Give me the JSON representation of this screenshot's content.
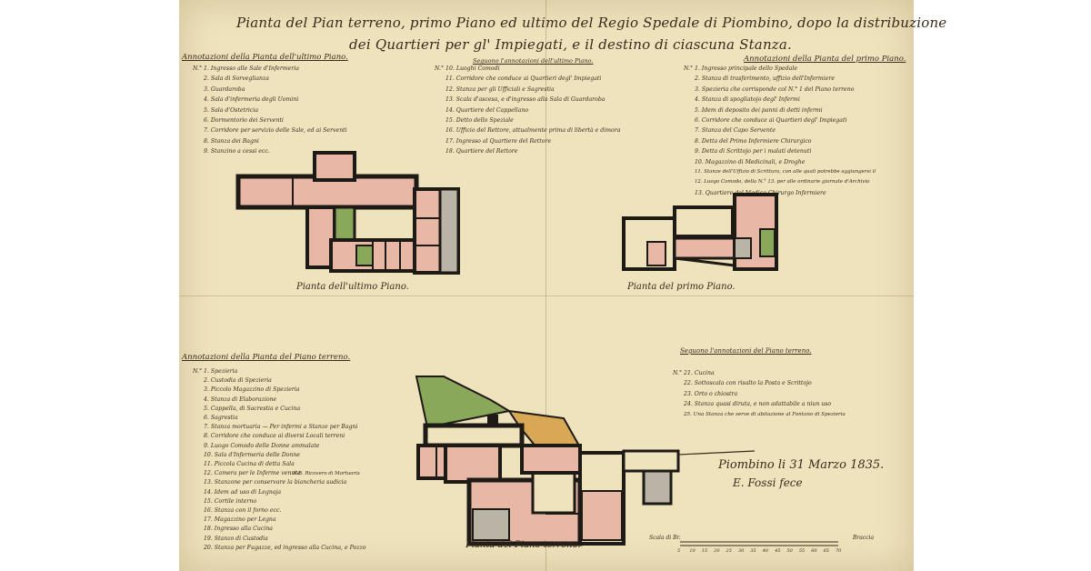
{
  "title": {
    "line1": "Pianta del Pian terreno, primo Piano ed ultimo del Regio Spedale di Piombino, dopo la distribuzione",
    "line2": "dei Quartieri per gl' Impiegati, e il destino di ciascuna Stanza."
  },
  "ultimo_piano": {
    "header": "Annotazioni della Pianta dell'ultimo Piano.",
    "items": [
      "N.° 1. Ingresso alle Sale d'Infermeria",
      "2. Sala di Sorveglianza",
      "3. Guardaroba",
      "4. Sala d'infermeria degli Uomini",
      "5. Sala d'Ostetricia",
      "6. Dormentorio dei Serventi",
      "7. Corridore per servizio delle Sale, ed ai Serventi",
      "8. Stanza dei Bagni",
      "9. Stanzino a cessi ecc."
    ],
    "caption": "Pianta dell'ultimo Piano."
  },
  "seguono_ultimo": {
    "header": "Seguono l'annotazioni dell'ultimo Piano.",
    "items": [
      "N.° 10. Luoghi Comodi",
      "11. Corridore che conduce ai Quartieri degl' Impiegati",
      "12. Stanza per gli Ufficiali e Sagrestia",
      "13. Scala d'ascesa, e d'ingresso alla Sala di Guardaroba",
      "14. Quartiere del Cappellano",
      "15. Detto dello Speziale",
      "16. Ufficio del Rettore, attualmente prima di libertà e dimora",
      "17. Ingresso al Quartiere del Rettore",
      "18. Quartiere del Rettore"
    ]
  },
  "primo_piano": {
    "header": "Annotazioni della Pianta del primo Piano.",
    "items": [
      "N.° 1. Ingresso principale dello Spedale",
      "2. Stanza di trasferimento, uffizio dell'Infermiere",
      "3. Spezieria che corrisponde col N.° 1 del Piano terreno",
      "4. Stanza di spogliatojo degl' Infermi",
      "5. Idem di deposito dei panni di detti infermi",
      "6. Corridore che conduce ai Quartieri degl' Impiegati",
      "7. Stanza del Capo Servente",
      "8. Detta del Primo Infermiere Chirurgico",
      "9. Detta di Scrittojo per i malati detenuti",
      "10. Magazzino di Medicinali, e Droghe",
      "11. Stanze dell'Uffizio di Scrittura, con alle quali potrebbe aggiungersi il",
      "12. Luogo Comodo, della N.° 13. per alle ordinarie giornate d'Archivio",
      "13. Quartiere del Medico Chirurgo Infermiere"
    ],
    "caption": "Pianta del primo Piano."
  },
  "piano_terreno": {
    "header": "Annotazioni della Pianta del Piano terreno.",
    "items": [
      "N.° 1. Spezieria",
      "2. Custodia di Spezieria",
      "3. Piccolo Magazzino di Spezieria",
      "4. Stanza di Elaborazione",
      "5. Cappella, di Sacrestia e Cucina",
      "6. Sagrestia",
      "7. Stanza mortuaria — Per infermi a Stanze per Bagni",
      "8. Corridore che conduce ai diversi Locali terreni",
      "9. Luogo Comodo delle Donne ammalate",
      "10. Sala d'Infermeria delle Donne",
      "11. Piccola Cucina di detta Sala",
      "12. Camera per le Inferme venute",
      "13. Stanzone per conservare la biancheria sudicia",
      "14. Idem ad uso di Legnaja",
      "15. Cortile interno",
      "16. Stanza con il forno ecc.",
      "17. Magazzino per Legna",
      "18. Ingresso alla Cucina",
      "19. Stanzo di Custodia",
      "20. Stanza per Fugazze, ed ingresso alla Cucina, e Pozzo"
    ],
    "items_note": "N.B. Ricovero di Mortuaria",
    "caption": "Pianta del Piano terreno."
  },
  "seguono_terreno": {
    "header": "Seguono l'annotazioni del Piano terreno.",
    "items": [
      "N.° 21. Cucina",
      "22. Sottoscala con risalto la Posta e Scrittojo",
      "23. Orto o chiostra",
      "24. Stanza quasi diruta, e non adattabile a niun uso",
      "25. Una Stanza che serve di abitazione al Fontano di Spezieria"
    ]
  },
  "signature": {
    "place_date": "Piombino li 31 Marzo 1835.",
    "name": "E. Fossi fece"
  },
  "scale": {
    "label": "Scala di Br.",
    "ticks": [
      "5",
      "10",
      "15",
      "20",
      "25",
      "30",
      "35",
      "40",
      "45",
      "50",
      "55",
      "60",
      "65",
      "70"
    ],
    "unit": "Braccia"
  },
  "colors": {
    "paper": "#efe3bd",
    "ink": "#3a2a1c",
    "pink": "#e8b7a6",
    "green": "#8aa85a",
    "orange": "#d9a855",
    "grey": "#b9b4a6",
    "wall": "#1e1a16"
  }
}
